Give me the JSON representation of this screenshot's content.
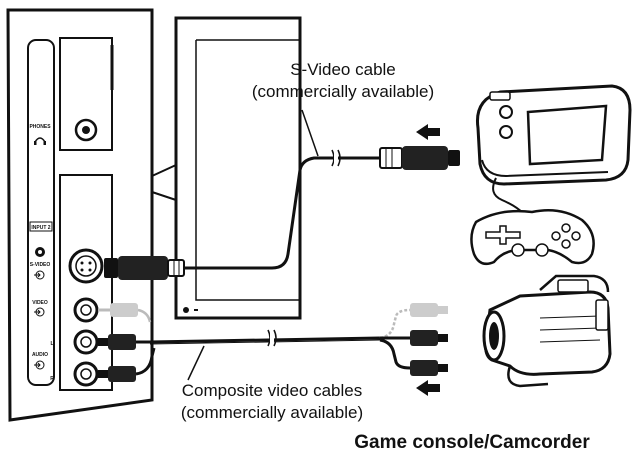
{
  "labels": {
    "svideo_line1": "S-Video cable",
    "svideo_line2": "(commercially available)",
    "composite_line1": "Composite video cables",
    "composite_line2": "(commercially available)",
    "device_title": "Game console/Camcorder"
  },
  "panel": {
    "phones": "PHONES",
    "input": "INPUT 2",
    "svideo": "S-VIDEO",
    "video": "VIDEO",
    "audio": "AUDIO",
    "audio_l": "L",
    "audio_r": "R"
  },
  "icons": {
    "headphone": "headphone-icon",
    "arrow_svideo": "arrow-left-icon",
    "arrow_composite": "arrow-left-icon"
  }
}
